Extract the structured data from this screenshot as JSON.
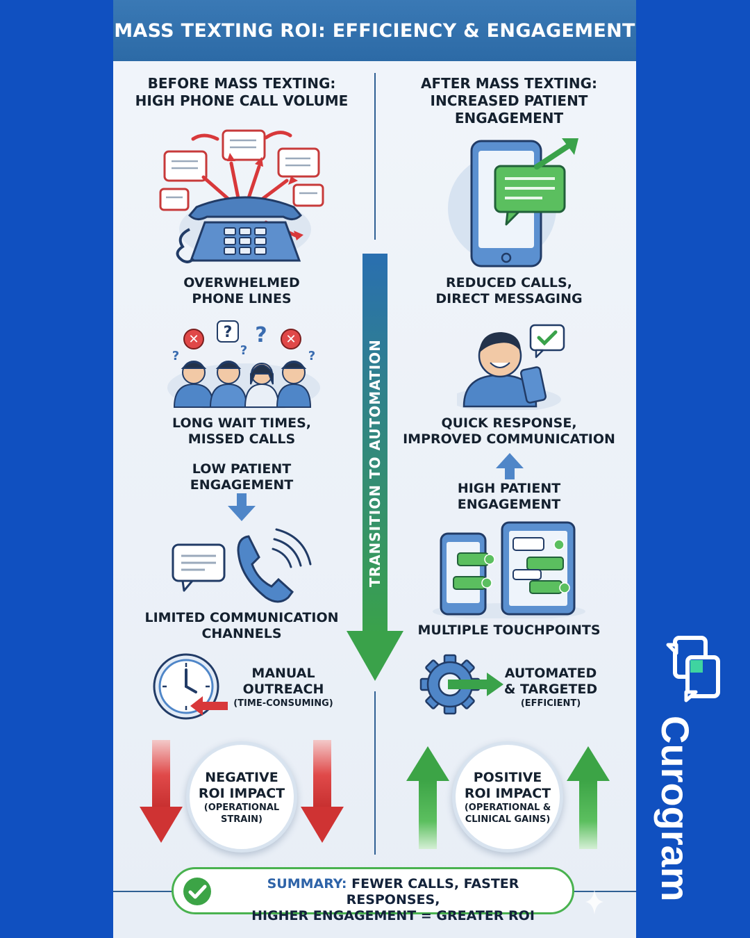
{
  "title": "MASS TEXTING ROI: EFFICIENCY & ENGAGEMENT",
  "left": {
    "heading": "BEFORE MASS TEXTING: HIGH PHONE CALL VOLUME",
    "heading_l1": "BEFORE MASS TEXTING:",
    "heading_l2": "HIGH PHONE CALL VOLUME",
    "item1_l1": "OVERWHELMED",
    "item1_l2": "PHONE LINES",
    "item2_l1": "LONG WAIT TIMES,",
    "item2_l2": "MISSED CALLS",
    "item3_l1": "LOW PATIENT",
    "item3_l2": "ENGAGEMENT",
    "item4_l1": "LIMITED COMMUNICATION",
    "item4_l2": "CHANNELS",
    "item5_l1": "MANUAL",
    "item5_l2": "OUTREACH",
    "item5_sub": "(TIME-CONSUMING)",
    "roi_l1": "NEGATIVE",
    "roi_l2": "ROI IMPACT",
    "roi_sub1": "(OPERATIONAL",
    "roi_sub2": "STRAIN)"
  },
  "center": {
    "transition_label": "TRANSITION TO AUTOMATION"
  },
  "right": {
    "heading_l1": "AFTER MASS TEXTING:",
    "heading_l2": "INCREASED PATIENT",
    "heading_l3": "ENGAGEMENT",
    "item1_l1": "REDUCED CALLS,",
    "item1_l2": "DIRECT MESSAGING",
    "item2_l1": "QUICK RESPONSE,",
    "item2_l2": "IMPROVED COMMUNICATION",
    "item3_l1": "HIGH PATIENT",
    "item3_l2": "ENGAGEMENT",
    "item4": "MULTIPLE TOUCHPOINTS",
    "item5_l1": "AUTOMATED",
    "item5_l2": "& TARGETED",
    "item5_sub": "(EFFICIENT)",
    "roi_l1": "POSITIVE",
    "roi_l2": "ROI IMPACT",
    "roi_sub1": "(OPERATIONAL &",
    "roi_sub2": "CLINICAL GAINS)"
  },
  "summary": {
    "prefix": "SUMMARY:",
    "line1": " FEWER CALLS, FASTER RESPONSES,",
    "line2": "HIGHER ENGAGEMENT = GREATER ROI"
  },
  "brand": {
    "name": "Curogram"
  },
  "colors": {
    "background": "#1050c0",
    "title_bar": "#2f6ea9",
    "negative": "#d8383a",
    "positive": "#44a648",
    "accent_blue": "#2e63a8"
  }
}
